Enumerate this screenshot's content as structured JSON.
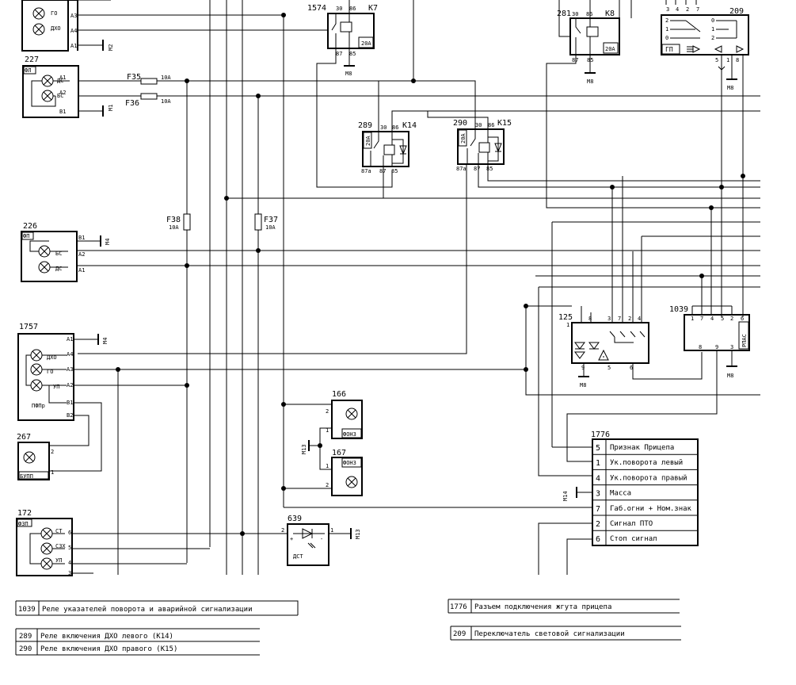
{
  "components": {
    "c227": {
      "num": "227",
      "code": "ФЛ",
      "lamps": [
        "ДС",
        "БС"
      ],
      "pins": [
        "A1",
        "A2",
        "B1"
      ]
    },
    "c226": {
      "num": "226",
      "code": "ФП",
      "lamps": [
        "БС",
        "ДС"
      ],
      "pins": [
        "B1",
        "A2",
        "A1"
      ]
    },
    "c1757": {
      "num": "1757",
      "code": "ПФПр",
      "lamps": [
        "ДХО",
        "ГО",
        "УП"
      ],
      "pins": [
        "A1",
        "A4",
        "A3",
        "A2",
        "B1",
        "B2"
      ]
    },
    "c267": {
      "num": "267",
      "code": "БУПП",
      "pins": [
        "2",
        "1"
      ]
    },
    "c172": {
      "num": "172",
      "code": "ФЗП",
      "lamps": [
        "СТ",
        "СЗХ",
        "УП"
      ],
      "pins": [
        "6",
        "5",
        "4",
        "3"
      ]
    },
    "ctop": {
      "lamps": [
        "ГО",
        "ДХО"
      ],
      "pins": [
        "A3",
        "A4",
        "A1"
      ]
    },
    "k7": {
      "num": "1574",
      "name": "K7",
      "rating": "20А",
      "pins": [
        "30",
        "86",
        "87",
        "85"
      ]
    },
    "k8": {
      "num": "281",
      "name": "K8",
      "rating": "20А",
      "pins": [
        "30",
        "86",
        "87",
        "85"
      ]
    },
    "k14": {
      "num": "289",
      "name": "K14",
      "rating": "20А",
      "pins": [
        "30",
        "86",
        "87а",
        "87",
        "85"
      ]
    },
    "k15": {
      "num": "290",
      "name": "K15",
      "rating": "20А",
      "pins": [
        "30",
        "86",
        "87а",
        "87",
        "85"
      ]
    },
    "c209": {
      "num": "209",
      "pins_top": [
        "3",
        "4",
        "2",
        "7"
      ],
      "pins_bottom": [
        "5",
        "1",
        "8"
      ],
      "labels": [
        "ГП"
      ],
      "sw_nums": [
        "2",
        "1",
        "0",
        "0",
        "1",
        "2"
      ]
    },
    "c125": {
      "num": "125",
      "pins_top": [
        "8",
        "3",
        "7",
        "2",
        "4"
      ],
      "pins_bottom": [
        "9",
        "5",
        "6"
      ],
      "pin_left": "1"
    },
    "c1039": {
      "num": "1039",
      "code": "РПАС",
      "pins_top": [
        "1",
        "7",
        "4",
        "5",
        "2",
        "6"
      ],
      "pins_bottom": [
        "8",
        "9",
        "3"
      ]
    },
    "c166": {
      "num": "166",
      "code": "ФОНЗ",
      "pins": [
        "2",
        "1"
      ]
    },
    "c167": {
      "num": "167",
      "code": "ФОНЗ",
      "pins": [
        "1",
        "2"
      ]
    },
    "c639": {
      "num": "639",
      "code": "ДСТ",
      "pins": [
        "2",
        "1"
      ],
      "signs": [
        "+",
        "-"
      ]
    },
    "c1776": {
      "num": "1776"
    }
  },
  "fuses": {
    "f35": {
      "name": "F35",
      "rating": "10А"
    },
    "f36": {
      "name": "F36",
      "rating": "10А"
    },
    "f37": {
      "name": "F37",
      "rating": "10А"
    },
    "f38": {
      "name": "F38",
      "rating": "10А"
    }
  },
  "grounds": {
    "m1": "M1",
    "m2": "M2",
    "m4a": "M4",
    "m4b": "M4",
    "m8": "M8",
    "m13a": "M13",
    "m13b": "M13",
    "m14": "M14"
  },
  "connector_1776": [
    {
      "pin": "5",
      "label": "Признак Прицепа"
    },
    {
      "pin": "1",
      "label": "Ук.поворота левый"
    },
    {
      "pin": "4",
      "label": "Ук.поворота правый"
    },
    {
      "pin": "3",
      "label": "Масса"
    },
    {
      "pin": "7",
      "label": "Габ.огни + Ном.знак"
    },
    {
      "pin": "2",
      "label": "Сигнал ПТО"
    },
    {
      "pin": "6",
      "label": "Стоп сигнал"
    }
  ],
  "legend": [
    {
      "num": "1039",
      "text": "Реле указателей поворота и аварийной сигнализации"
    },
    {
      "num": "289",
      "text": "Реле включения ДХО левого (K14)"
    },
    {
      "num": "290",
      "text": "Реле включения ДХО правого (K15)"
    },
    {
      "num": "1776",
      "text": "Разъем подключения жгута прицепа"
    },
    {
      "num": "209",
      "text": "Переключатель световой сигнализации"
    }
  ]
}
